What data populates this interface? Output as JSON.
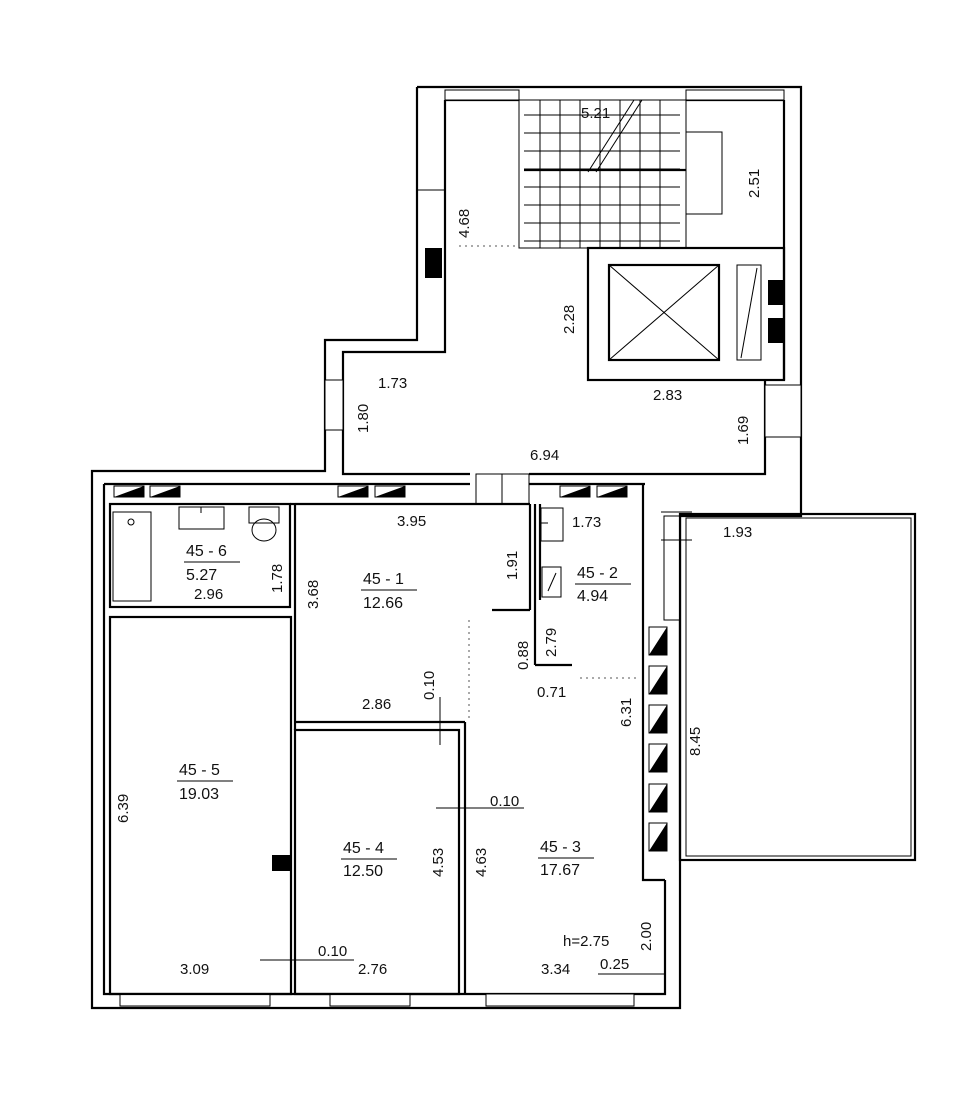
{
  "rooms": [
    {
      "id": "45 - 6",
      "area": "5.27"
    },
    {
      "id": "45 - 1",
      "area": "12.66"
    },
    {
      "id": "45 - 2",
      "area": "4.94"
    },
    {
      "id": "45 - 5",
      "area": "19.03"
    },
    {
      "id": "45 - 4",
      "area": "12.50"
    },
    {
      "id": "45 - 3",
      "area": "17.67"
    }
  ],
  "dimensions": {
    "stair_width": "5.21",
    "stair_length": "2.51",
    "corridor_depth": "4.68",
    "lift_width": "2.28",
    "landing_a": "1.73",
    "landing_height": "1.80",
    "landing_b": "2.83",
    "landing_c": "1.69",
    "hall_width": "6.94",
    "balcony_width": "1.93",
    "bath_width": "2.96",
    "bath_height": "1.78",
    "living_width": "3.95",
    "living_height": "3.68",
    "door_depth": "1.91",
    "wc_width": "1.73",
    "wc_height": "2.79",
    "wall_a": "0.88",
    "wall_b": "0.71",
    "partition_a": "0.10",
    "partition_width": "2.86",
    "room3_height": "6.31",
    "balcony_length": "8.45",
    "partition_b": "0.10",
    "room5_height": "6.39",
    "room4_height_a": "4.53",
    "room4_height_b": "4.63",
    "ceiling_height": "h=2.75",
    "niche_height": "2.00",
    "niche_depth": "0.25",
    "room5_width": "3.09",
    "partition_c": "0.10",
    "room4_width": "2.76",
    "room3_width": "3.34"
  }
}
